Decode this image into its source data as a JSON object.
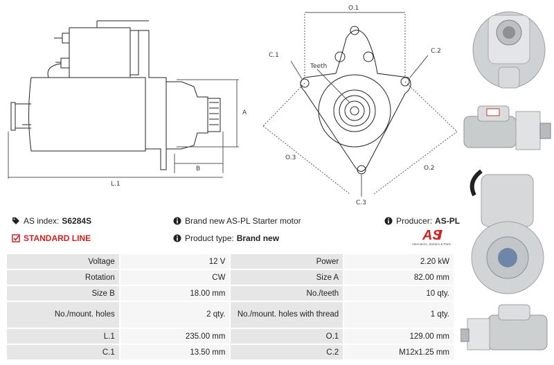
{
  "drawing": {
    "labels": {
      "o1": "O.1",
      "c1": "C.1",
      "c2": "C.2",
      "c3": "C.3",
      "o2": "O.2",
      "o3": "O.3",
      "teeth": "Teeth",
      "a": "A",
      "b": "B",
      "l1": "L.1"
    }
  },
  "info": {
    "as_index_label": "AS index:",
    "as_index_value": "S6284S",
    "line": "STANDARD LINE",
    "description": "Brand new AS-PL Starter motor",
    "product_type_label": "Product type:",
    "product_type_value": "Brand new",
    "producer_label": "Producer:",
    "producer_value": "AS-PL"
  },
  "brand": {
    "tagline": "Alternators, Starters & Parts",
    "accent": "#d42020"
  },
  "specs": [
    {
      "l1": "Voltage",
      "v1": "12 V",
      "l2": "Power",
      "v2": "2.20 kW"
    },
    {
      "l1": "Rotation",
      "v1": "CW",
      "l2": "Size A",
      "v2": "82.00 mm"
    },
    {
      "l1": "Size B",
      "v1": "18.00 mm",
      "l2": "No./teeth",
      "v2": "10 qty."
    },
    {
      "l1": "No./mount. holes",
      "v1": "2 qty.",
      "l2": "No./mount. holes with thread",
      "v2": "1 qty."
    },
    {
      "l1": "L.1",
      "v1": "235.00 mm",
      "l2": "O.1",
      "v2": "129.00 mm"
    },
    {
      "l1": "C.1",
      "v1": "13.50 mm",
      "l2": "C.2",
      "v2": "M12x1.25 mm"
    }
  ]
}
